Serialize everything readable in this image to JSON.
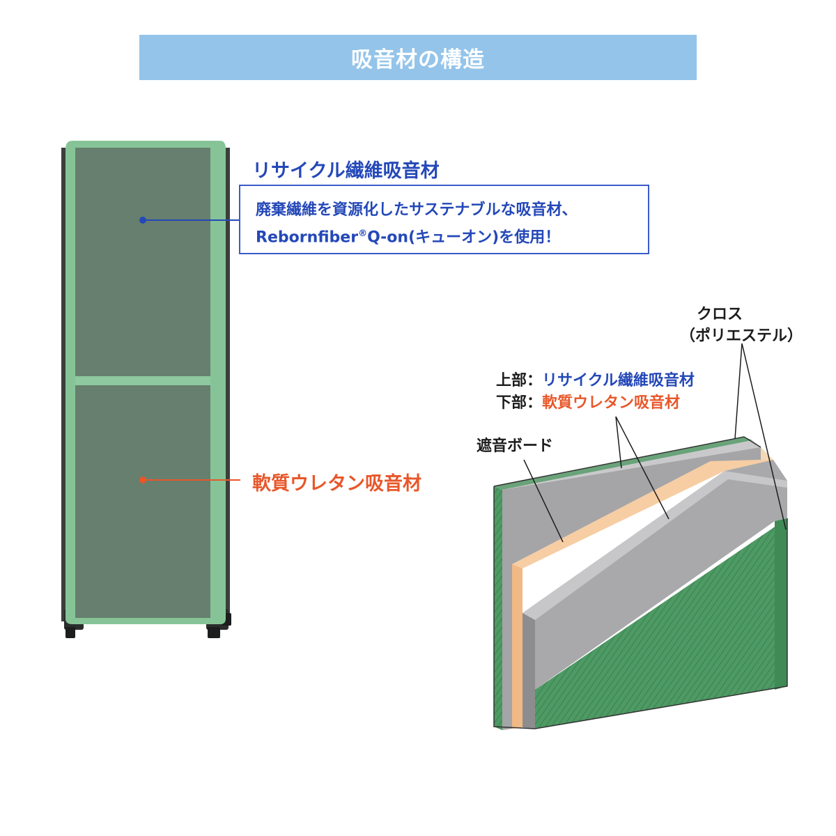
{
  "title": "吸音材の構造",
  "panel": {
    "upper_label": "リサイクル繊維吸音材",
    "info_line1": "廃棄繊維を資源化したサステナブルな吸音材、",
    "info_line2_a": "Rebornfiber",
    "info_reg": "®",
    "info_line2_b": "Q-on(キューオン)を使用！",
    "lower_label": "軟質ウレタン吸音材"
  },
  "cross_section": {
    "cloth_label_1": "クロス",
    "cloth_label_2": "（ポリエステル）",
    "upper_prefix": "上部：",
    "upper_material": "リサイクル繊維吸音材",
    "lower_prefix": "下部：",
    "lower_material": "軟質ウレタン吸音材",
    "board_label": "遮音ボード"
  },
  "colors": {
    "title_bar": "#94c4ea",
    "panel_frame": "#86c497",
    "panel_inner": "#667f6e",
    "blue_text": "#2448b8",
    "orange_text": "#e8572a",
    "board_gray": "#a5a5a7",
    "urethane": "#f7cda3",
    "cloth_green": "#4e9a64"
  }
}
